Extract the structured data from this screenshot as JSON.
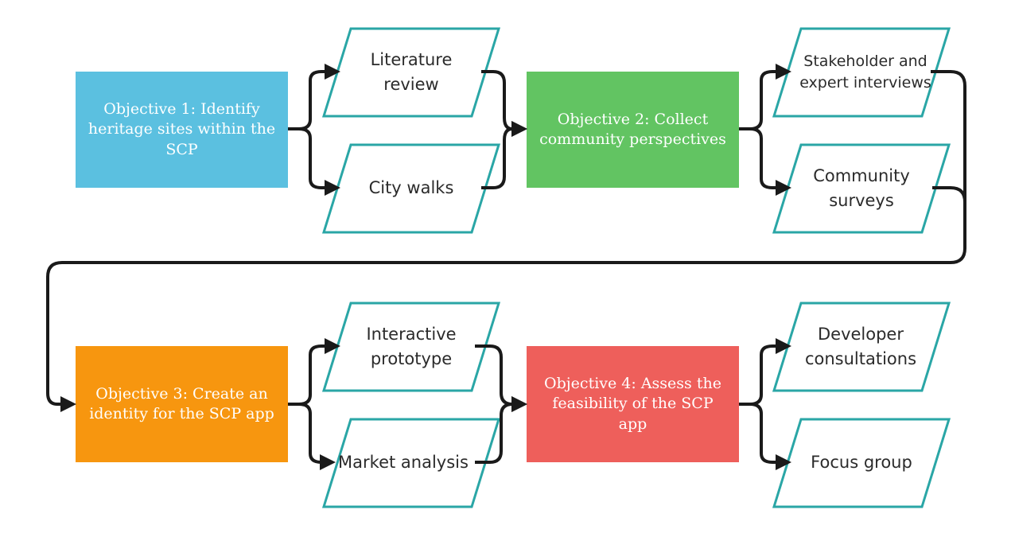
{
  "colors": {
    "objective_1": "#5bc0e0",
    "objective_2": "#62c462",
    "objective_3": "#f7960f",
    "objective_4": "#ee5f5b",
    "method_border": "#2aa6a6",
    "connector": "#1a1a1a"
  },
  "objectives": [
    {
      "label": "Objective 1: Identify heritage sites within the SCP"
    },
    {
      "label": "Objective 2: Collect community perspectives"
    },
    {
      "label": "Objective 3: Create an identity for the SCP app"
    },
    {
      "label": "Objective 4: Assess the feasibility of the SCP app"
    }
  ],
  "methods": [
    {
      "label": "Literature review"
    },
    {
      "label": "City walks"
    },
    {
      "label": "Stakeholder and expert interviews"
    },
    {
      "label": "Community surveys"
    },
    {
      "label": "Interactive prototype"
    },
    {
      "label": "Market analysis"
    },
    {
      "label": "Developer consultations"
    },
    {
      "label": "Focus group"
    }
  ]
}
